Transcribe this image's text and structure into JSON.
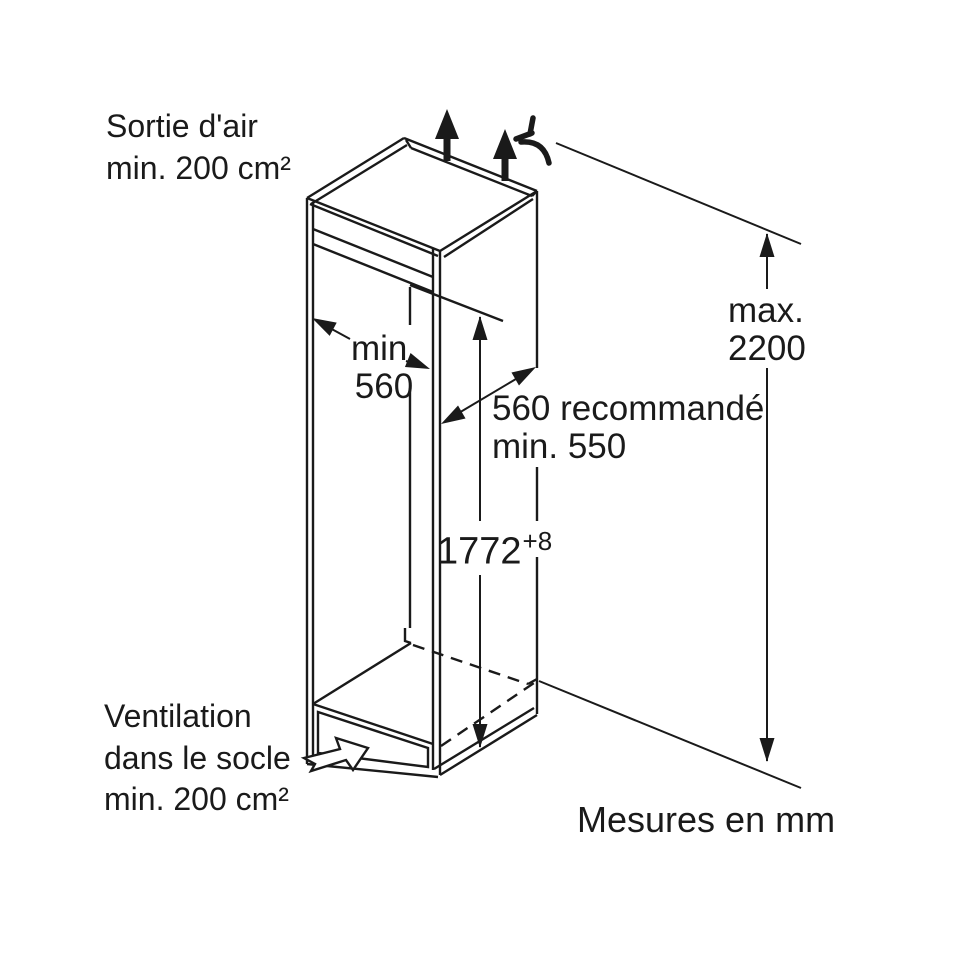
{
  "page": {
    "background": "#ffffff",
    "line_color": "#1a1a1a",
    "text_color": "#1a1a1a"
  },
  "labels": {
    "air_outlet": {
      "line1": "Sortie d'air",
      "line2": "min. 200 cm²"
    },
    "plinth_ventilation": {
      "line1": "Ventilation",
      "line2": "dans le socle",
      "line3": "min. 200 cm²"
    },
    "max_height": {
      "line1": "max.",
      "line2": "2200"
    },
    "interior_depth": {
      "line1": "min.",
      "line2": "560"
    },
    "cabinet_depth": {
      "line1": "560 recommandé",
      "line2": "min. 550"
    },
    "niche_height": {
      "value": "1772",
      "tolerance": "+8"
    },
    "units_note": "Mesures en mm"
  },
  "icons": {
    "air_flow_up": "two solid upward arrows at top air outlet",
    "power_cord": "mains cable squiggle at top right of cabinet",
    "plinth_airflow": "hollow arrow pointing into plinth"
  }
}
